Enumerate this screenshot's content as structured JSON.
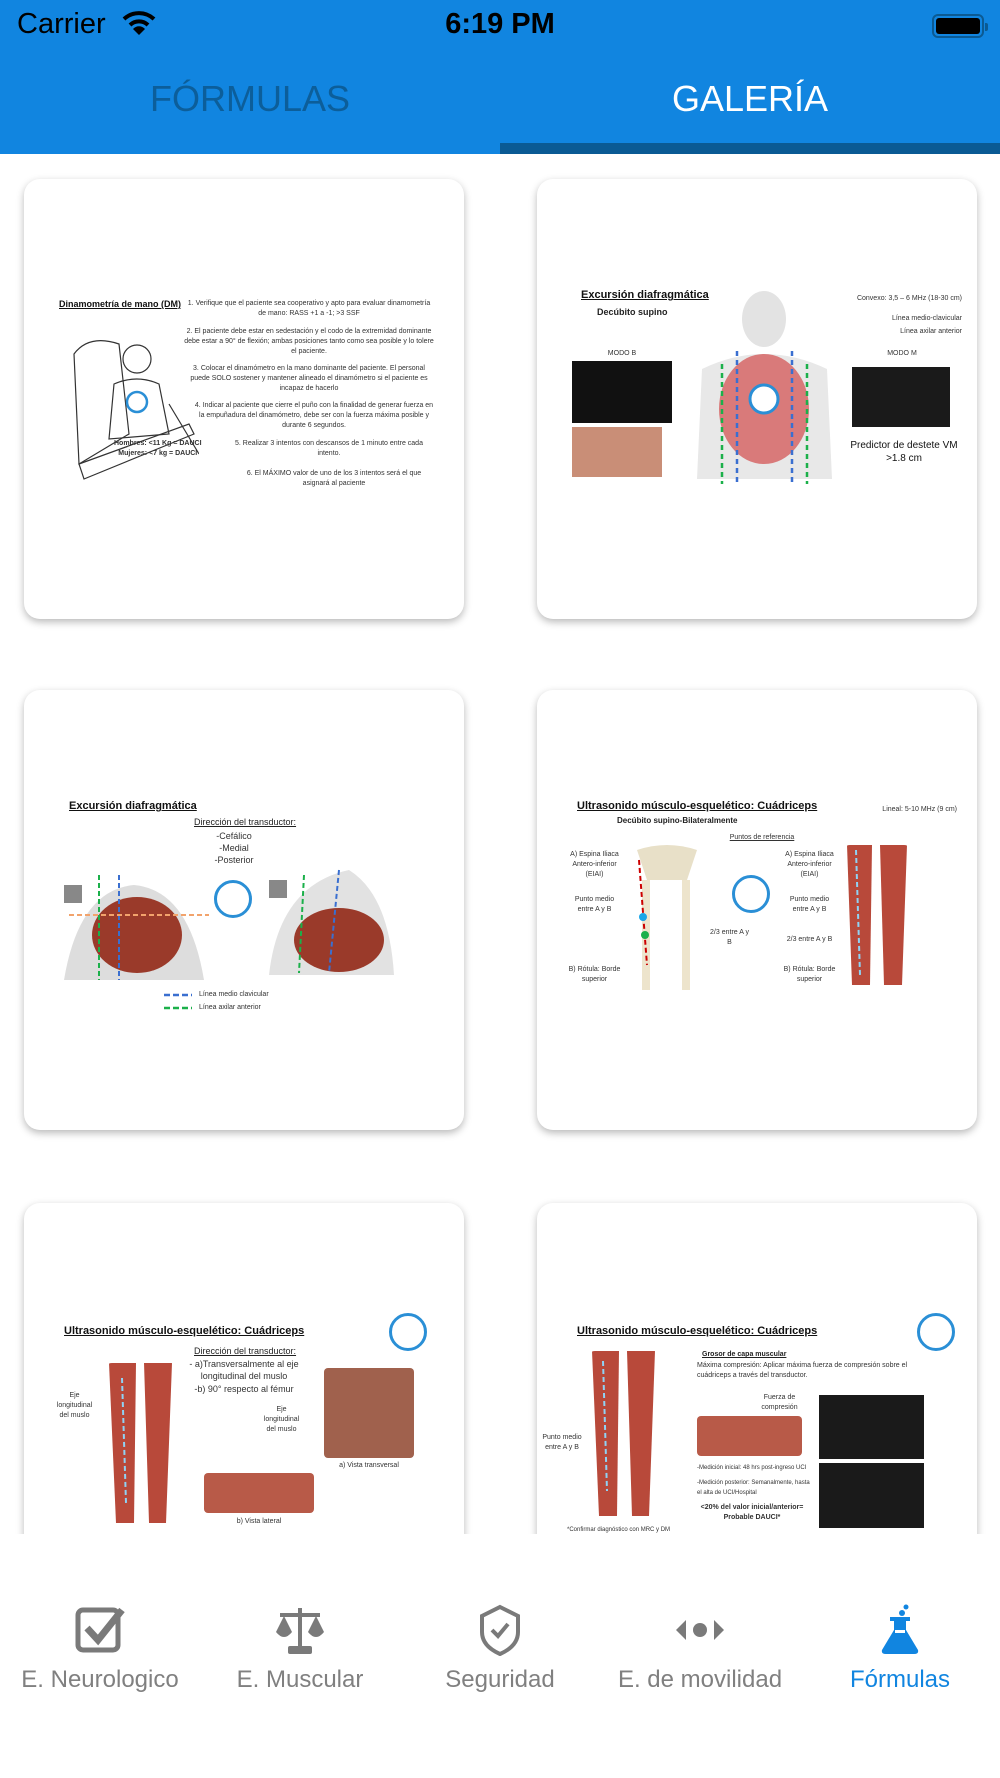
{
  "status_bar": {
    "carrier": "Carrier",
    "time": "6:19 PM"
  },
  "top_tabs": [
    {
      "label": "FÓRMULAS",
      "selected": false
    },
    {
      "label": "GALERÍA",
      "selected": true
    }
  ],
  "gallery": [
    {
      "title": "Dinamometría de mano (DM)",
      "lines": [
        "1. Verifique que el paciente sea cooperativo y apto para evaluar dinamometría de mano: RASS +1 a -1; >3 SSF",
        "2. El paciente debe estar en sedestación y el codo de la extremidad dominante debe estar a 90° de flexión; ambas posiciones tanto como sea posible y lo tolere el paciente.",
        "3. Colocar el dinamómetro en la mano dominante del paciente. El personal puede SOLO sostener y mantener alineado el dinamómetro si el paciente es incapaz de hacerlo",
        "4. Indicar al paciente que cierre el puño con la finalidad de generar fuerza en la empuñadura del dinamómetro, debe ser con la fuerza máxima posible y durante 6 segundos.",
        "5. Realizar 3 intentos con descansos de 1 minuto entre cada intento.",
        "6. El MÁXIMO valor de uno de los 3 intentos será el que asignará al paciente"
      ],
      "note": "Hombres: <11 Kg = DAUCI\nMujeres: <7 kg = DAUCI"
    },
    {
      "title": "Excursión diafragmática",
      "subtitle": "Decúbito supino",
      "lines": [
        "Convexo: 3,5 – 6 MHz (18-30 cm)",
        "Línea medio-clavicular",
        "Línea axilar anterior",
        "MODO B",
        "MODO M"
      ],
      "note": "Predictor de destete VM >1.8 cm"
    },
    {
      "title": "Excursión diafragmática",
      "subtitle": "Dirección del transductor:",
      "lines": [
        "-Cefálico",
        "-Medial",
        "-Posterior",
        "Línea medio clavicular",
        "Línea axilar anterior"
      ]
    },
    {
      "title": "Ultrasonido músculo-esquelético: Cuádriceps",
      "subtitle": "Decúbito supino-Bilateralmente",
      "lines": [
        "Lineal: 5-10 MHz (9 cm)",
        "Puntos de referencia",
        "A) Espina Iliaca Antero-inferior (EIAI)",
        "Punto medio entre A y B",
        "2/3 entre A y B",
        "B) Rótula: Borde superior"
      ]
    },
    {
      "title": "Ultrasonido músculo-esquelético: Cuádriceps",
      "subtitle": "Dirección del transductor:",
      "lines": [
        "- a)Transversalmente al eje longitudinal del muslo",
        "-b) 90° respecto al fémur",
        "Eje longitudinal del muslo",
        "a) Vista transversal",
        "b) Vista lateral"
      ]
    },
    {
      "title": "Ultrasonido músculo-esquelético: Cuádriceps",
      "subtitle": "Grosor de capa muscular",
      "lines": [
        "Máxima compresión: Aplicar máxima fuerza de compresión sobre el cuádriceps a través del transductor.",
        "Fuerza de compresión",
        "Punto medio entre A y B",
        "-Medición inicial: 48 hrs post-ingreso UCI",
        "-Medición posterior: Semanalmente, hasta el alta de UCI/Hospital",
        "<20% del valor inicial/anterior= Probable DAUCI*",
        "*Confirmar diagnóstico con MRC y DM"
      ]
    }
  ],
  "bottom_tabs": [
    {
      "label": "E. Neurologico",
      "icon": "checkbox-icon",
      "selected": false
    },
    {
      "label": "E. Muscular",
      "icon": "scale-icon",
      "selected": false
    },
    {
      "label": "Seguridad",
      "icon": "shield-check-icon",
      "selected": false
    },
    {
      "label": "E. de movilidad",
      "icon": "movement-icon",
      "selected": false
    },
    {
      "label": "Fórmulas",
      "icon": "flask-icon",
      "selected": true
    }
  ],
  "colors": {
    "accent": "#1185e0",
    "indicator": "#0a5a94",
    "inactive": "#808080"
  }
}
